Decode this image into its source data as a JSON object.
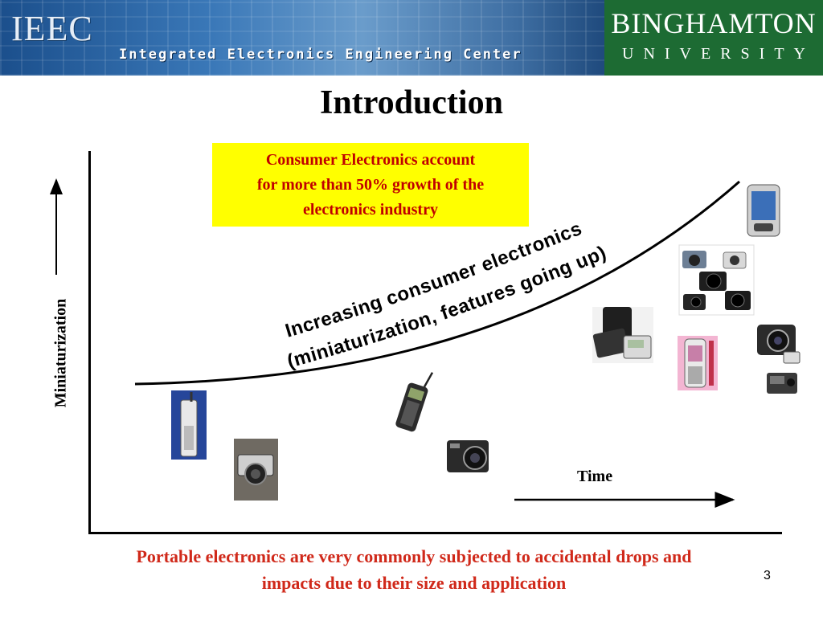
{
  "header": {
    "logo_text": "IEEC",
    "center_name": "Integrated Electronics Engineering Center",
    "university_name": "BINGHAMTON",
    "university_sub": "UNIVERSITY"
  },
  "slide": {
    "title": "Introduction",
    "highlight_box": {
      "line1": "Consumer Electronics account",
      "line2": "for more than 50% growth of the",
      "line3": "electronics industry"
    },
    "curve_label_line1": "Increasing consumer electronics",
    "curve_label_line2": "(miniaturization, features going up)",
    "y_axis_label": "Miniaturization",
    "x_axis_label": "Time",
    "bottom_line1": "Portable electronics are very commonly subjected to accidental drops and",
    "bottom_line2": "impacts due to their size and application",
    "page_number": "3"
  },
  "devices": [
    {
      "name": "early brick mobile phone"
    },
    {
      "name": "film camera"
    },
    {
      "name": "candybar cell phone"
    },
    {
      "name": "compact digital camera"
    },
    {
      "name": "blood pressure monitor"
    },
    {
      "name": "slider phone"
    },
    {
      "name": "digital cameras group"
    },
    {
      "name": "PDA smartphone"
    },
    {
      "name": "bridge camera"
    },
    {
      "name": "slim camera"
    }
  ],
  "colors": {
    "accent_red": "#d0291a",
    "box_yellow": "#ffff00",
    "box_text": "#c00000",
    "univ_green": "#1d6b33",
    "banner_blue": "#3a78b8"
  }
}
